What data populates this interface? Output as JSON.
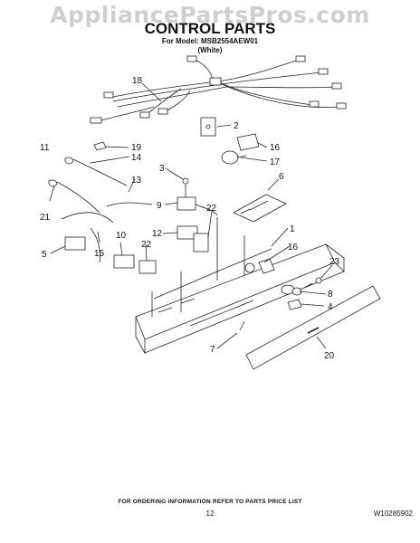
{
  "watermark": "AppliancePartsPros.com",
  "header": {
    "title": "CONTROL PARTS",
    "model_line": "For Model: MSB2554AEW01",
    "color_line": "(White)"
  },
  "callouts": [
    "18",
    "2",
    "11",
    "19",
    "16",
    "14",
    "17",
    "3",
    "13",
    "6",
    "9",
    "22",
    "1",
    "21",
    "15",
    "12",
    "16",
    "10",
    "22",
    "23",
    "5",
    "8",
    "4",
    "7",
    "20"
  ],
  "footer": {
    "ordering_note": "FOR ORDERING INFORMATION REFER TO PARTS PRICE LIST",
    "page_number": "12",
    "doc_number": "W10285902"
  }
}
